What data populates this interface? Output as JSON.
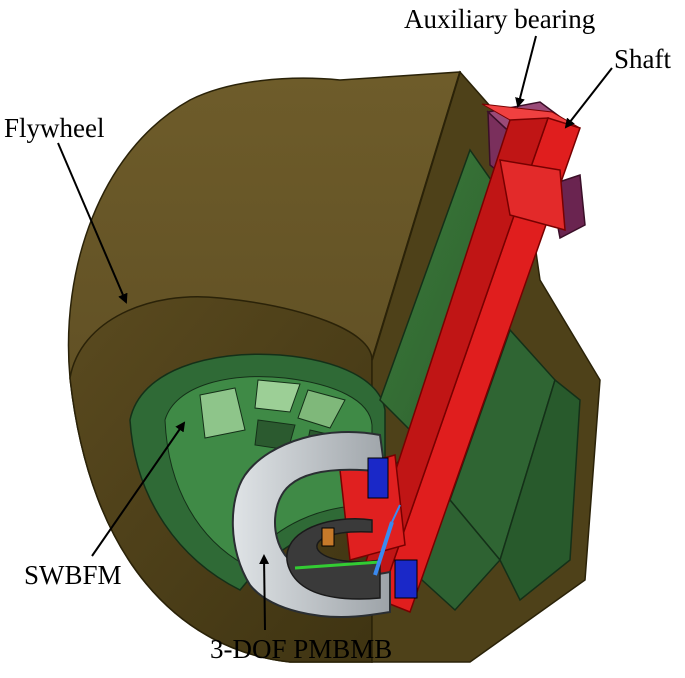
{
  "labels": {
    "auxiliary_bearing": "Auxiliary bearing",
    "shaft": "Shaft",
    "flywheel": "Flywheel",
    "swbfm": "SWBFM",
    "pmbmb": "3-DOF PMBMB"
  },
  "colors": {
    "flywheel_body": "#6b5a28",
    "flywheel_top": "#5d4d22",
    "flywheel_face": "#4a3d16",
    "green_inner": "#3d7a3d",
    "green_light": "#8ec58a",
    "shaft_red": "#e01e1e",
    "aux_bearing": "#8a3a6a",
    "magnet_blue": "#1a28c8",
    "pmbmb_gray": "#c9ced2"
  }
}
